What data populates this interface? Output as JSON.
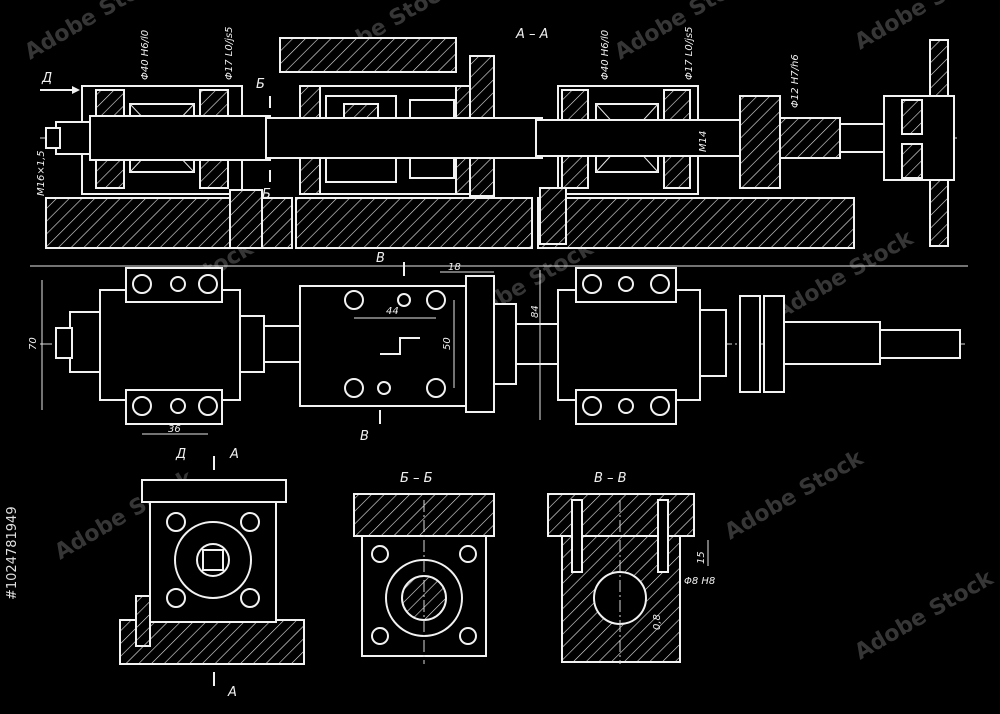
{
  "section_titles": {
    "aa": "А – А",
    "bb": "Б – Б",
    "vv": "В – В",
    "view_d": "Д"
  },
  "cut_markers": {
    "a_top": "А",
    "a_bottom": "А",
    "b_top": "Б",
    "b_bottom": "Б",
    "v_top": "В",
    "v_bottom": "В",
    "d_arrow": "Д"
  },
  "annotations": {
    "fit_phi40_left": "Φ40 H6/l0",
    "fit_phi17_left": "Φ17 L0/js5",
    "thread_m16": "M16×1,5",
    "fit_phi40_right": "Φ40 H6/l0",
    "fit_phi17_right": "Φ17 L0/js5",
    "thread_m14": "M14",
    "fit_phi12": "Φ12 H7/h6",
    "fit_phi8": "Φ8 H8",
    "roughness": "0,8"
  },
  "dimensions": {
    "d18": "18",
    "d84": "84",
    "d70": "70",
    "d44": "44",
    "d50": "50",
    "d36": "36",
    "d15": "15"
  },
  "stock_id": "#1024781949",
  "watermark": "Adobe Stock"
}
